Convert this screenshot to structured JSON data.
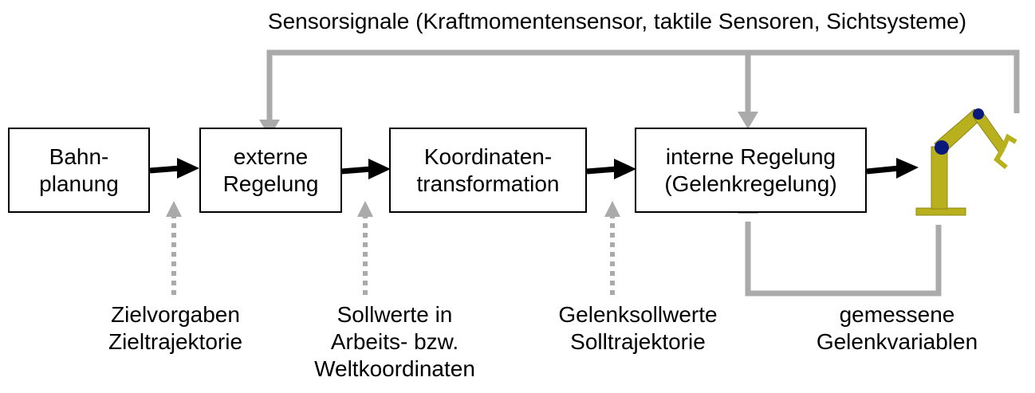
{
  "blocks": {
    "bahnplanung": {
      "line1": "Bahn-",
      "line2": "planung"
    },
    "externe_regelung": {
      "line1": "externe",
      "line2": "Regelung"
    },
    "koordinatentransformation": {
      "line1": "Koordinaten-",
      "line2": "transformation"
    },
    "interne_regelung": {
      "line1": "interne Regelung",
      "line2": "(Gelenkregelung)"
    }
  },
  "labels": {
    "sensorsignale": "Sensorsignale (Kraftmomentensensor, taktile Sensoren, Sichtsysteme)",
    "zielvorgaben": {
      "line1": "Zielvorgaben",
      "line2": "Zieltrajektorie"
    },
    "sollwerte": {
      "line1": "Sollwerte in",
      "line2": "Arbeits- bzw.",
      "line3": "Weltkoordinaten"
    },
    "gelenksollwerte": {
      "line1": "Gelenksollwerte",
      "line2": "Solltrajektorie"
    },
    "gemessene": {
      "line1": "gemessene",
      "line2": "Gelenkvariablen"
    }
  },
  "colors": {
    "feedback": "#aaaaaa",
    "signal_arrow": "#000000",
    "robot_body": "#b8b01c",
    "robot_joint": "#0a1a7a"
  }
}
